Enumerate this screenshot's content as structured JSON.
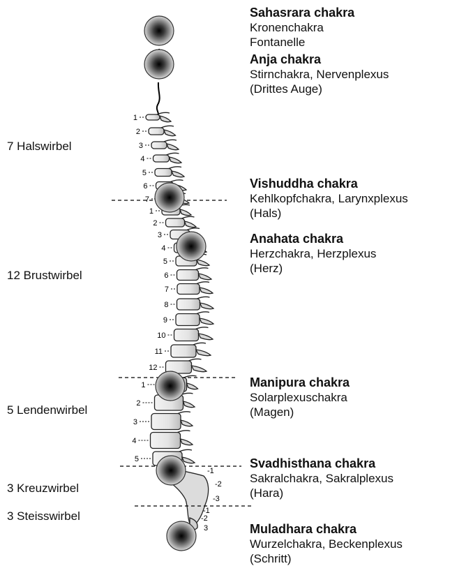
{
  "chakras": [
    {
      "name": "Sahasrara chakra",
      "lines": [
        "Kronenchakra",
        "Fontanelle"
      ]
    },
    {
      "name": "Anja chakra",
      "lines": [
        "Stirnchakra, Nervenplexus",
        "(Drittes Auge)"
      ]
    },
    {
      "name": "Vishuddha chakra",
      "lines": [
        "Kehlkopfchakra, Larynxplexus",
        "(Hals)"
      ]
    },
    {
      "name": "Anahata chakra",
      "lines": [
        "Herzchakra, Herzplexus",
        "(Herz)"
      ]
    },
    {
      "name": "Manipura chakra",
      "lines": [
        "Solarplexuschakra",
        "(Magen)"
      ]
    },
    {
      "name": "Svadhisthana chakra",
      "lines": [
        "Sakralchakra, Sakralplexus",
        "(Hara)"
      ]
    },
    {
      "name": "Muladhara chakra",
      "lines": [
        "Wurzelchakra, Beckenplexus",
        "(Schritt)"
      ]
    }
  ],
  "regions": {
    "cervical": "7 Halswirbel",
    "thoracic": "12 Brustwirbel",
    "lumbar": "5 Lendenwirbel",
    "sacral": "3 Kreuzwirbel",
    "coccygeal": "3 Steisswirbel"
  },
  "vertebra_numbers": {
    "cervical": [
      "1",
      "2",
      "3",
      "4",
      "5",
      "6",
      "7"
    ],
    "thoracic": [
      "1",
      "2",
      "3",
      "4",
      "5",
      "6",
      "7",
      "8",
      "9",
      "10",
      "11",
      "12"
    ],
    "lumbar": [
      "1",
      "2",
      "3",
      "4",
      "5"
    ],
    "sacral": [
      "-1",
      "-2",
      "-3"
    ],
    "coccygeal": [
      "-1",
      "-2",
      "3"
    ]
  }
}
